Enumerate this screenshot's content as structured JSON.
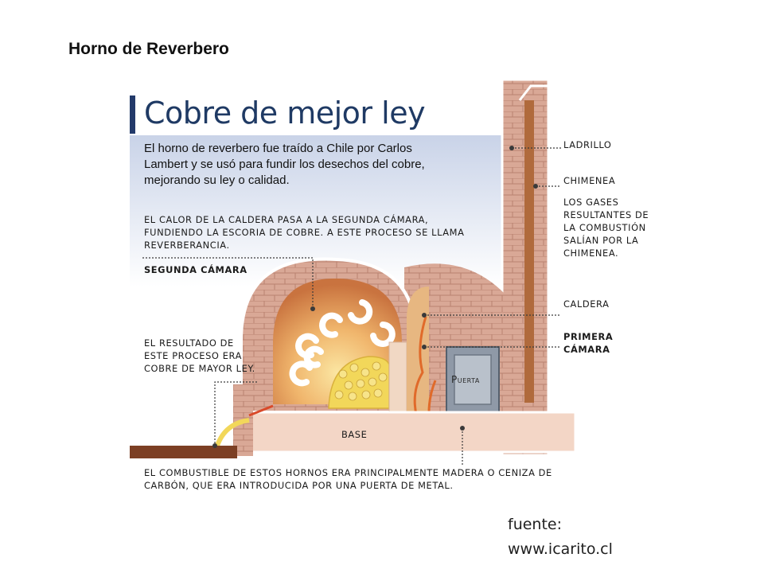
{
  "slide": {
    "title": "Horno de Reverbero",
    "source_line1": "fuente:",
    "source_line2": "www.icarito.cl"
  },
  "figure": {
    "heading": "Cobre de mejor ley",
    "lead": "El horno de reverbero fue traído a Chile por Carlos Lambert y se usó para fundir los desechos del cobre, mejorando su ley o calidad.",
    "note_reverb": "El calor de la caldera pasa a la segunda cámara, fundiendo la escoria de cobre. A este proceso se llama reverberancia.",
    "label_segunda": "Segunda cámara",
    "note_result": "El resultado de este proceso era cobre de mayor ley.",
    "note_fuel": "El combustible de estos hornos era principalmente madera o ceniza de carbón, que era introducida por una puerta de metal.",
    "label_ladrillo": "Ladrillo",
    "label_chimenea": "Chimenea",
    "note_gases": "Los gases resultantes de la combustión salían por la chimenea.",
    "label_caldera": "Caldera",
    "label_primera": "Primera cámara",
    "label_base": "Base",
    "label_puerta": "Puerta"
  },
  "colors": {
    "heading_blue": "#1f3a64",
    "brick": "#d7a592",
    "chamber_fire": "#e9a060",
    "copper_yellow": "#f2d75a",
    "metal_door": "#8f99a7",
    "accent_bar": "#233a6a"
  }
}
